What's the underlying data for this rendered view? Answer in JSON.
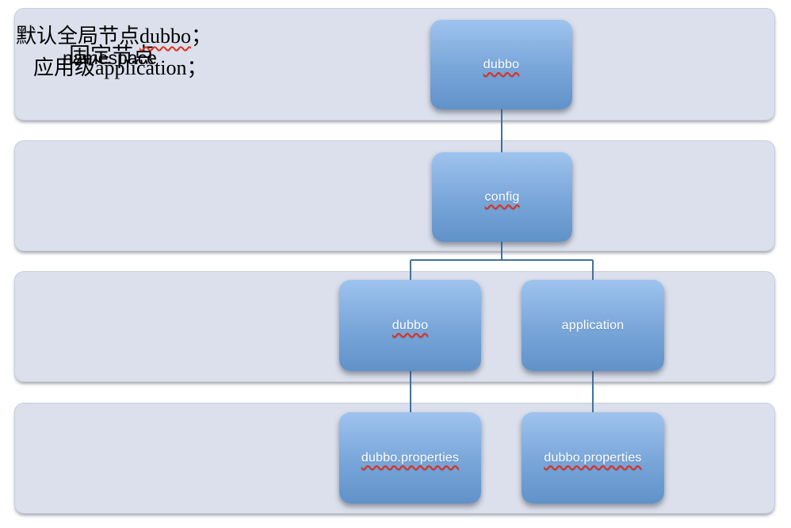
{
  "diagram": {
    "lanes": [
      {
        "label": "namespace"
      },
      {
        "label": "固定节点"
      },
      {
        "label_line1_prefix": "默认全局节点",
        "label_line1_word": "dubbo",
        "label_line1_suffix": "；",
        "label_line2": "应用级application；"
      },
      {
        "label": ""
      }
    ],
    "nodes": {
      "root": "dubbo",
      "config": "config",
      "dubbo_child": "dubbo",
      "application_child": "application",
      "props_left": "dubbo.properties",
      "props_right": "dubbo.properties"
    },
    "colors": {
      "lane_bg": "#dbe0ec",
      "node_top": "#9fc3ee",
      "node_bottom": "#6092c9",
      "connector": "#41719c",
      "squiggle": "#e0301e",
      "node_text": "#ffffff",
      "label_text": "#000000"
    }
  }
}
